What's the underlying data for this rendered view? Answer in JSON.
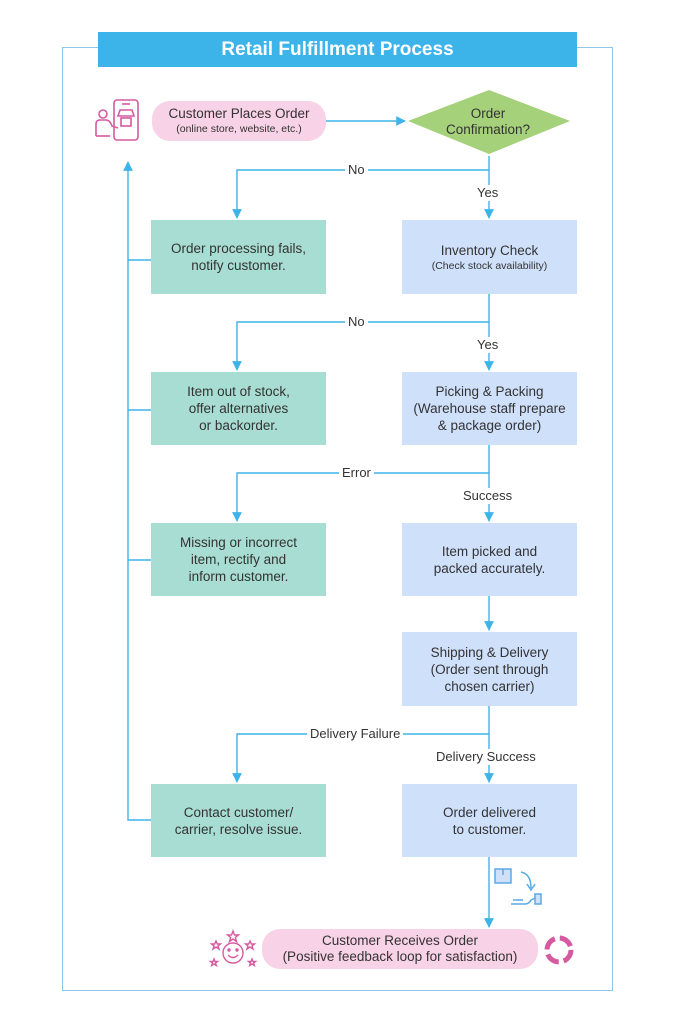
{
  "title": "Retail Fulfillment Process",
  "start": {
    "line1": "Customer Places Order",
    "line2": "(online store, website, etc.)"
  },
  "decision": {
    "line1": "Order",
    "line2": "Confirmation?"
  },
  "labels": {
    "no1": "No",
    "yes1": "Yes",
    "no2": "No",
    "yes2": "Yes",
    "error": "Error",
    "success": "Success",
    "delivery_failure": "Delivery Failure",
    "delivery_success": "Delivery Success"
  },
  "left_boxes": [
    {
      "line1": "Order processing fails,",
      "line2": "notify customer."
    },
    {
      "line1": "Item out of stock,",
      "line2": "offer alternatives",
      "line3": "or backorder."
    },
    {
      "line1": "Missing or incorrect",
      "line2": "item, rectify and",
      "line3": "inform customer."
    },
    {
      "line1": "Contact customer/",
      "line2": "carrier, resolve issue."
    }
  ],
  "right_boxes": [
    {
      "line1": "Inventory Check",
      "line2": "(Check stock availability)"
    },
    {
      "line1": "Picking & Packing",
      "line2": "(Warehouse staff prepare",
      "line3": "& package order)"
    },
    {
      "line1": "Item picked and",
      "line2": "packed accurately."
    },
    {
      "line1": "Shipping & Delivery",
      "line2": "(Order sent through",
      "line3": "chosen carrier)"
    },
    {
      "line1": "Order delivered",
      "line2": "to customer."
    }
  ],
  "end": {
    "line1": "Customer Receives Order",
    "line2": "(Positive feedback loop for satisfaction)"
  },
  "colors": {
    "accent_blue": "#3db4e9",
    "teal_box": "#a8ddd3",
    "blue_box": "#cfe0fb",
    "pink_pill": "#f8d2e6",
    "diamond": "#a6d17b",
    "icon_pink": "#d65aa0"
  },
  "icons": [
    "shop-phone-icon",
    "delivery-hand-icon",
    "happy-face-icon",
    "cycle-icon"
  ]
}
